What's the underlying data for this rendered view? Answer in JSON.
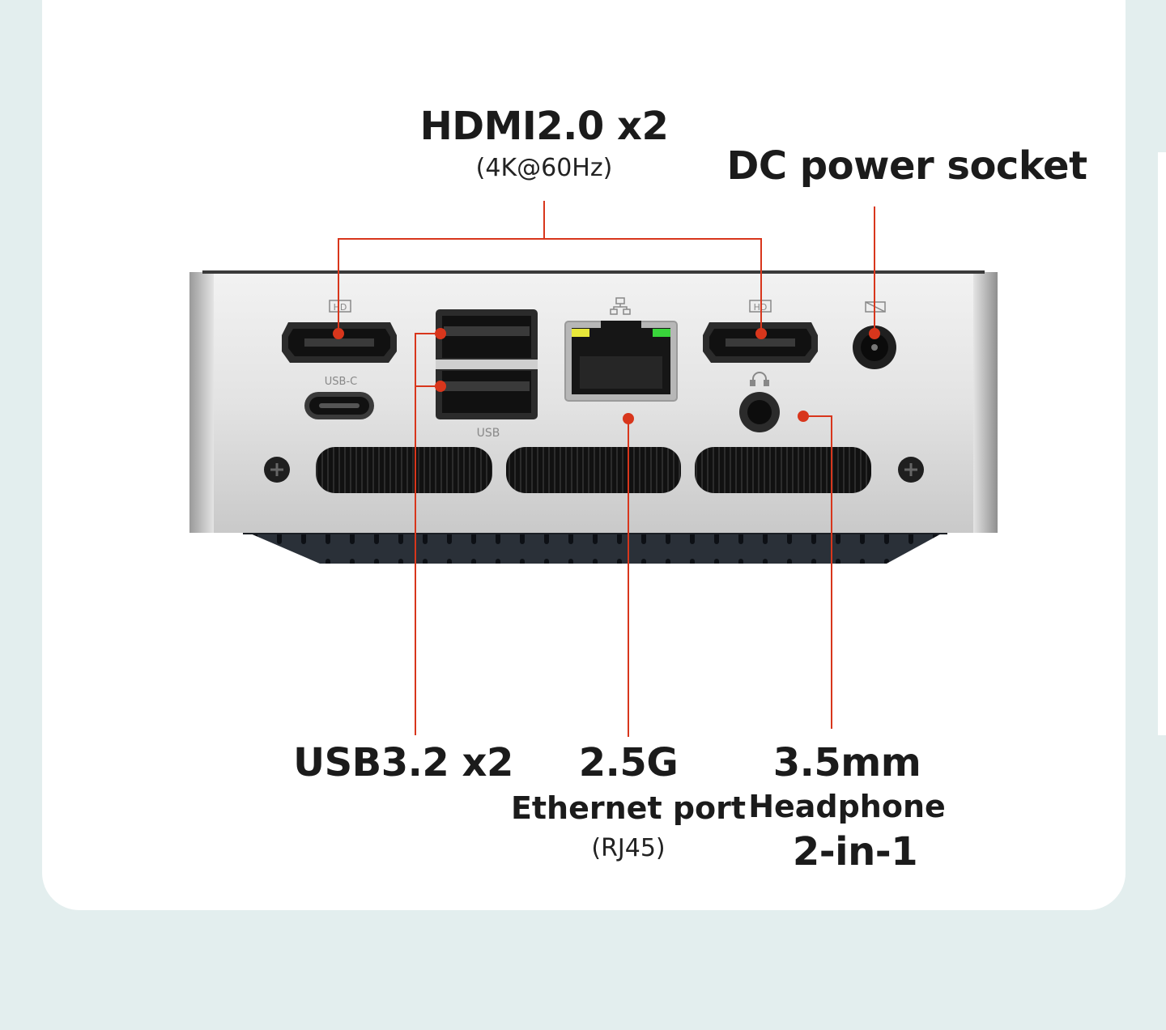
{
  "colors": {
    "background": "#e3eeee",
    "card": "#ffffff",
    "callout": "#d8361c",
    "chassis": "#dedede",
    "text": "#1b1b1b"
  },
  "port_markings": {
    "usb_c": "USB-C",
    "usb": "USB"
  },
  "icons": [
    "hdmi-icon",
    "ethernet-icon",
    "dc-power-icon",
    "headphone-icon"
  ],
  "labels": {
    "hdmi": {
      "title": "HDMI2.0 x2",
      "sub": "(4K@60Hz)"
    },
    "dc": {
      "title": "DC power socket"
    },
    "usb": {
      "title": "USB3.2 x2"
    },
    "ethernet": {
      "title": "2.5G",
      "line2": "Ethernet port",
      "sub": "(RJ45)"
    },
    "audio": {
      "title": "3.5mm",
      "line2": "Headphone",
      "line3": "2-in-1"
    }
  }
}
